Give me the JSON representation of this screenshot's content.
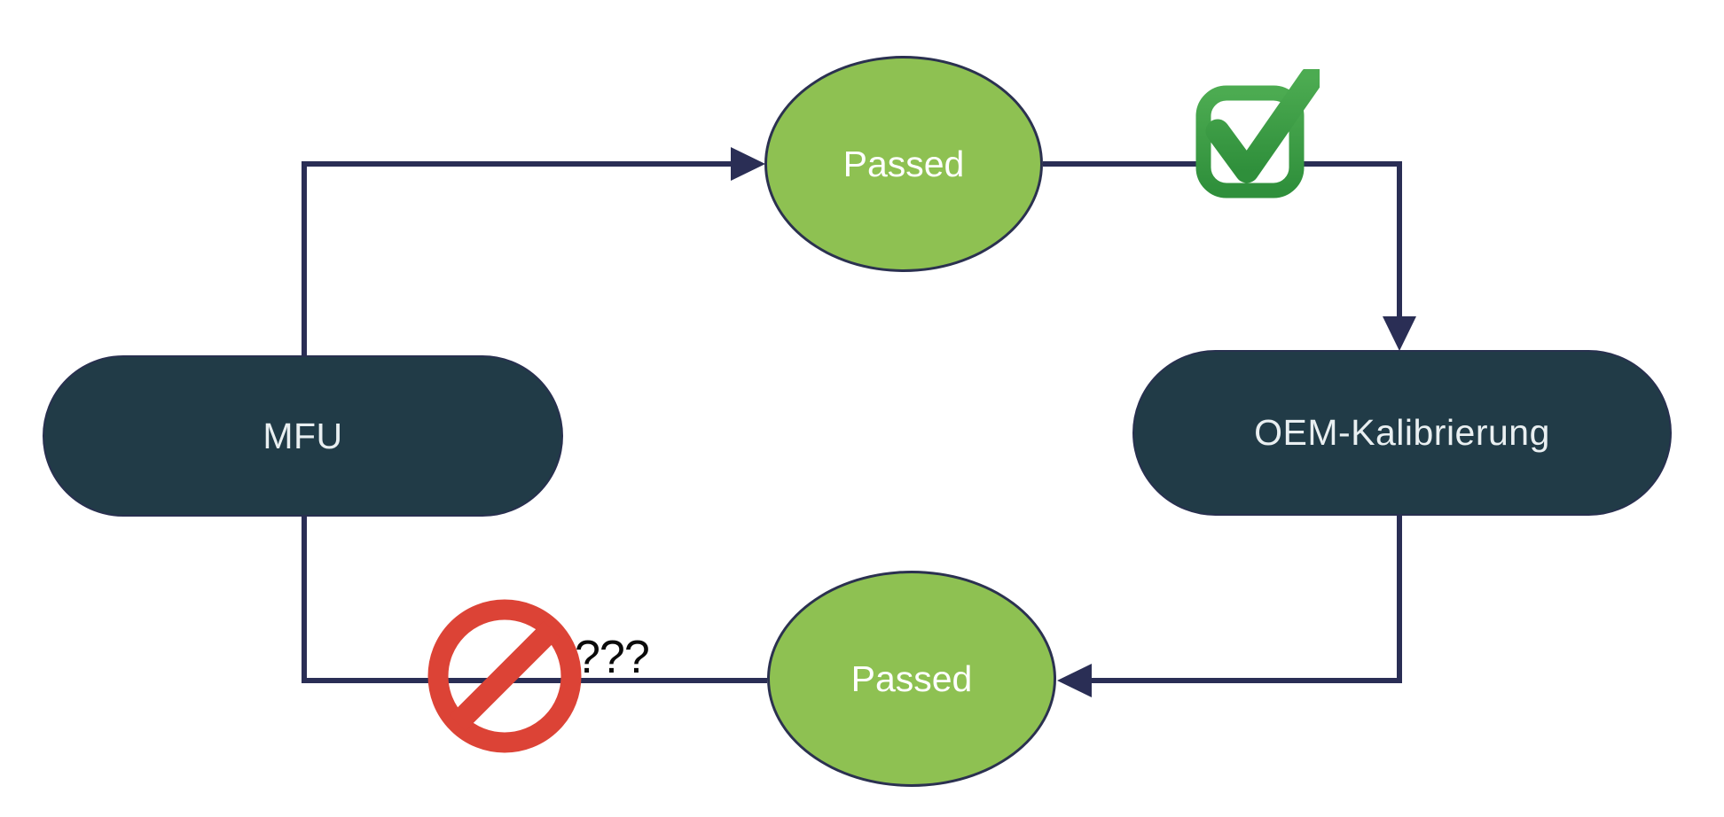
{
  "diagram": {
    "nodes": {
      "mfu": {
        "label": "MFU",
        "shape": "stadium"
      },
      "oem": {
        "label": "OEM-Kalibrierung",
        "shape": "stadium"
      },
      "passed_top": {
        "label": "Passed",
        "shape": "ellipse"
      },
      "passed_bottom": {
        "label": "Passed",
        "shape": "ellipse"
      }
    },
    "edges": [
      {
        "from": "mfu",
        "to": "passed_top",
        "arrowhead": true
      },
      {
        "from": "passed_top",
        "to": "oem",
        "arrowhead": true,
        "decorator": "checked-checkbox-icon"
      },
      {
        "from": "oem",
        "to": "passed_bottom",
        "arrowhead": true
      },
      {
        "from": "passed_bottom",
        "to": "mfu",
        "arrowhead": false,
        "decorator": "prohibited-icon",
        "annotation": "???"
      }
    ],
    "annotations": {
      "question_marks": "???"
    },
    "icons": {
      "checkbox": "checked-checkbox",
      "prohibited": "prohibited-sign"
    }
  },
  "colors": {
    "node_fill": "#213B47",
    "node_border": "#28304F",
    "ellipse_fill": "#8EC152",
    "ellipse_border": "#2B3150",
    "edge_color": "#2A2E55",
    "node_label_color": "#E9EFF1",
    "ellipse_label_color": "#FFFFFF",
    "question_color": "#0A0A0A",
    "check_green_dark": "#2F8F3B",
    "check_green_light": "#4CAB51",
    "prohibit_red": "#DC4336"
  }
}
